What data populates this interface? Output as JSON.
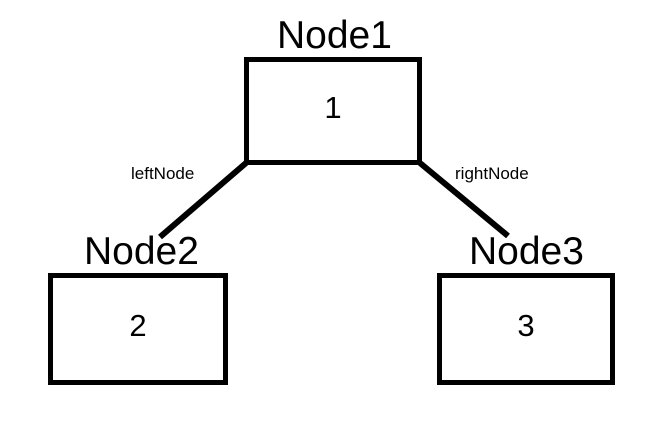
{
  "diagram": {
    "type": "binary-tree",
    "background_color": "#ffffff",
    "stroke_color": "#000000",
    "text_color": "#000000",
    "root": {
      "title": "Node1",
      "value": "1"
    },
    "left_child": {
      "title": "Node2",
      "value": "2"
    },
    "right_child": {
      "title": "Node3",
      "value": "3"
    },
    "edges": [
      {
        "label": "leftNode",
        "from": "Node1",
        "to": "Node2"
      },
      {
        "label": "rightNode",
        "from": "Node1",
        "to": "Node3"
      }
    ]
  }
}
